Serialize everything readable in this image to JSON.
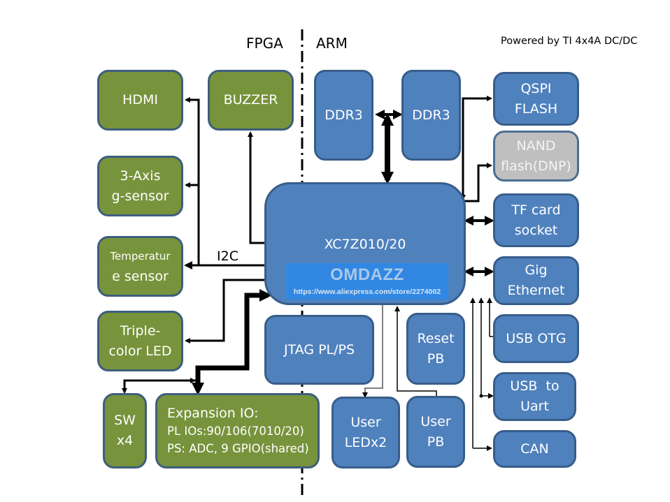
{
  "header": {
    "fpga_label": "FPGA",
    "arm_label": "ARM",
    "power_note": "Powered by TI 4x4A DC/DC"
  },
  "colors": {
    "fpga_block": "#77933c",
    "arm_block": "#4f81bd",
    "dnp_block": "#bfbfbf",
    "border": "#385d8a",
    "wire": "#000000"
  },
  "fpga_blocks": {
    "hdmi": [
      "HDMI"
    ],
    "buzzer": [
      "BUZZER"
    ],
    "gsensor": [
      "3-Axis",
      "g-sensor"
    ],
    "temp": [
      "Temperatur",
      "e sensor"
    ],
    "led": [
      "Triple-",
      "color LED"
    ],
    "sw": [
      "SW",
      "x4"
    ],
    "expansion": [
      "Expansion IO:",
      "PL IOs:90/106(7010/20)",
      "PS: ADC, 9 GPIO(shared)"
    ]
  },
  "arm_blocks": {
    "ddr3_a": [
      "DDR3"
    ],
    "ddr3_b": [
      "DDR3"
    ],
    "soc": [
      "XC7Z010/20"
    ],
    "jtag": [
      "JTAG PL/PS"
    ],
    "reset": [
      "Reset",
      "PB"
    ],
    "user_led": [
      "User",
      "LEDx2"
    ],
    "user_pb": [
      "User",
      "PB"
    ]
  },
  "peripherals": {
    "qspi": [
      "QSPI",
      "FLASH"
    ],
    "nand": [
      "NAND",
      "flash(DNP)"
    ],
    "tf": [
      "TF card",
      "socket"
    ],
    "eth": [
      "Gig",
      "Ethernet"
    ],
    "otg": [
      "USB OTG"
    ],
    "uart": [
      "USB  to",
      "Uart"
    ],
    "can": [
      "CAN"
    ]
  },
  "bus_labels": {
    "i2c": "I2C"
  },
  "watermark": {
    "title": "OMDAZZ",
    "url": "https://www.aliexpress.com/store/2274002"
  }
}
